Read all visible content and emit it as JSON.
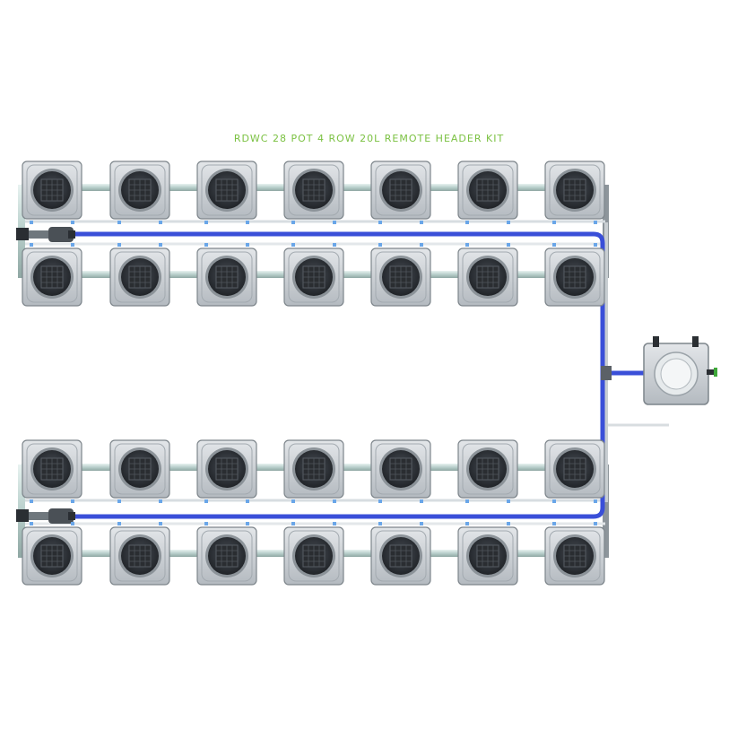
{
  "title": "RDWC 28 POT 4 ROW 20L REMOTE HEADER KIT",
  "colors": {
    "title": "#7bc142",
    "pot_body": "#c9ced3",
    "pot_lid": "#3a3f45",
    "pipe_blue": "#3a4fd8",
    "pipe_grey": "#b9bfc4"
  },
  "layout": {
    "rows": 4,
    "pots_per_row": 7,
    "header_tank": 1
  },
  "icons": [
    "pot-icon",
    "header-tank-icon",
    "valve-icon"
  ]
}
